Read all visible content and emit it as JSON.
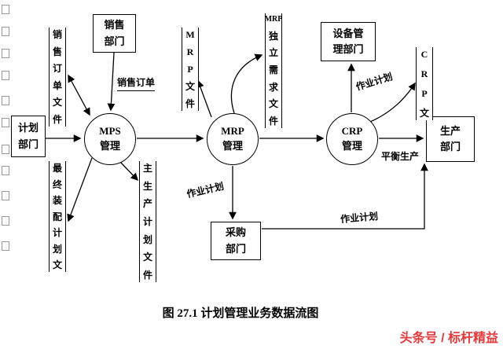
{
  "page": {
    "caption": "图 27.1  计划管理业务数据流图",
    "watermark": "头条号 / 标杆精益",
    "watermark_color": "#e4393c"
  },
  "margin_marks": {
    "count": 11
  },
  "entities": {
    "plan_dept": {
      "lines": [
        "计划",
        "部门"
      ]
    },
    "sales_dept": {
      "lines": [
        "销售",
        "部门"
      ]
    },
    "equip_dept": {
      "lines": [
        "设备管",
        "理部门"
      ]
    },
    "prod_dept": {
      "lines": [
        "生产",
        "部门"
      ]
    },
    "purch_dept": {
      "lines": [
        "采购",
        "部门"
      ]
    }
  },
  "processes": {
    "mps": {
      "lines": [
        "MPS",
        "管理"
      ]
    },
    "mrp": {
      "lines": [
        "MRP",
        "管理"
      ]
    },
    "crp": {
      "lines": [
        "CRP",
        "管理"
      ]
    }
  },
  "stores": {
    "sales_order_file": {
      "chars": [
        "销",
        "售",
        "订",
        "单",
        "文",
        "件"
      ]
    },
    "mrp_file": {
      "chars": [
        "M",
        "R",
        "P",
        "文",
        "件"
      ]
    },
    "indep_demand_file": {
      "chars": [
        "MRP",
        "独",
        "立",
        "需",
        "求",
        "文",
        "件"
      ]
    },
    "final_assembly_file": {
      "chars": [
        "最",
        "终",
        "装",
        "配",
        "计",
        "划",
        "文"
      ]
    },
    "master_plan_file": {
      "chars": [
        "主",
        "生",
        "产",
        "计",
        "划",
        "文",
        "件"
      ]
    },
    "crp_file": {
      "chars": [
        "C",
        "R",
        "P",
        "文"
      ]
    }
  },
  "flow_labels": {
    "sales_order": "销售订单",
    "job_plan_mrp": "作业计划",
    "job_plan_crp": "作业计划",
    "balance_production": "平衡生产",
    "job_plan_bottom": "作业计划"
  }
}
